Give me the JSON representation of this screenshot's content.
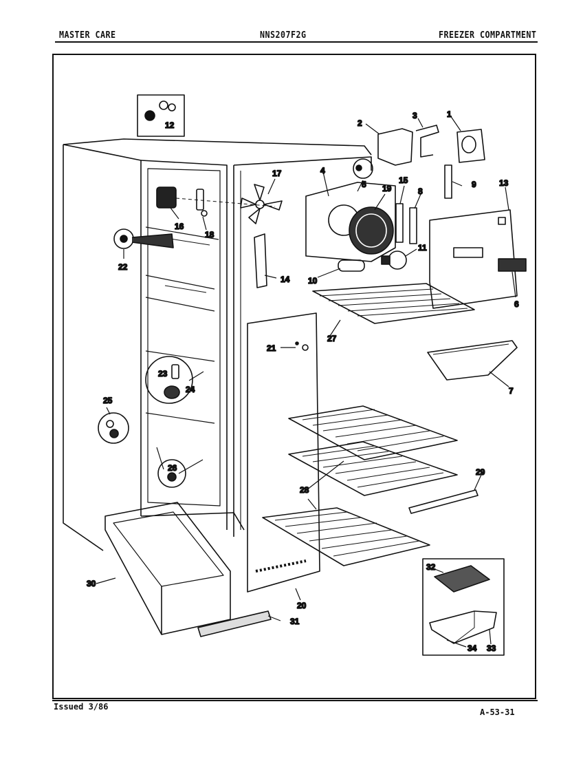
{
  "header": {
    "brand": "MASTER CARE",
    "model": "NNS207F2G",
    "section": "FREEZER COMPARTMENT"
  },
  "footer": {
    "issued": "Issued 3/86",
    "code": "A-53-31"
  },
  "callouts": [
    "1",
    "2",
    "3",
    "4",
    "5",
    "6",
    "7",
    "8",
    "9",
    "10",
    "11",
    "12",
    "13",
    "14",
    "15",
    "16",
    "17",
    "18",
    "19",
    "20",
    "21",
    "22",
    "23",
    "24",
    "25",
    "26",
    "27",
    "28",
    "29",
    "30",
    "31",
    "32",
    "33",
    "34"
  ]
}
